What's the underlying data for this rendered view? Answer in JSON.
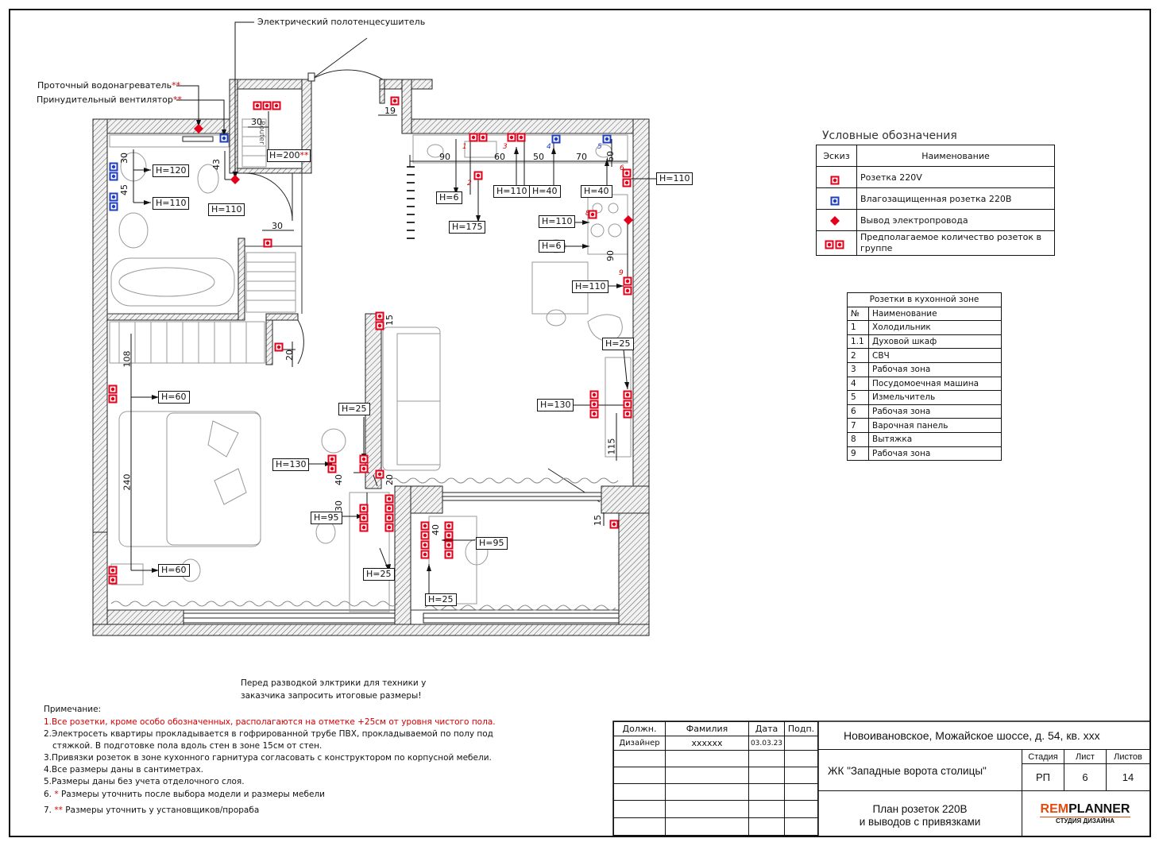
{
  "callouts": {
    "towel_dryer": "Электрический полотенцесушитель",
    "water_heater": "Проточный водонагреватель",
    "fan": "Принудительный вентилятор",
    "stars2": "**"
  },
  "router_label": "Router",
  "dims": {
    "d30a": "30",
    "d19": "19",
    "d43": "43",
    "d30b": "30",
    "d45": "45",
    "d90": "90",
    "d60": "60",
    "d50": "50",
    "d70": "70",
    "d60v": "60",
    "d30c": "30",
    "d90v": "90",
    "d15a": "15",
    "d20a": "20",
    "d108": "108",
    "d240": "240",
    "d40a": "40",
    "d20b": "20",
    "d30d": "30",
    "d40b": "40",
    "d115": "115",
    "d15b": "15"
  },
  "heights": {
    "h200": "H=200",
    "h120": "H=120",
    "h110a": "H=110",
    "h110b": "H=110",
    "h6a": "H=6",
    "h175": "H=175",
    "h110c": "H=110",
    "h40a": "H=40",
    "h40b": "H=40",
    "h110d": "H=110",
    "h110e": "H=110",
    "h6b": "H=6",
    "h110f": "H=110",
    "h25a": "H=25",
    "h130a": "H=130",
    "h60a": "H=60",
    "h25b": "H=25",
    "h130b": "H=130",
    "h95a": "H=95",
    "h25c": "H=25",
    "h95b": "H=95",
    "h60b": "H=60",
    "h25d": "H=25"
  },
  "kitchen_marks": [
    "1",
    "2",
    "3",
    "4",
    "5",
    "6",
    "8",
    "9"
  ],
  "legend": {
    "title": "Условные обозначения",
    "head_sketch": "Эскиз",
    "head_name": "Наименование",
    "rows": [
      {
        "icon": "socket-icon",
        "name": "Розетка 220V"
      },
      {
        "icon": "waterproof-socket-icon",
        "name": "Влагозащищенная розетка 220В"
      },
      {
        "icon": "wire-outlet-icon",
        "name": "Вывод электропровода"
      },
      {
        "icon": "socket-group-icon",
        "name": "Предполагаемое количество розеток в",
        "name2": "группе"
      }
    ]
  },
  "kitchen_table": {
    "title": "Розетки в кухонной зоне",
    "head_no": "№",
    "head_name": "Наименование",
    "rows": [
      {
        "no": "1",
        "name": "Холодильник"
      },
      {
        "no": "1.1",
        "name": "Духовой шкаф"
      },
      {
        "no": "2",
        "name": "СВЧ"
      },
      {
        "no": "3",
        "name": "Рабочая зона"
      },
      {
        "no": "4",
        "name": "Посудомоечная машина"
      },
      {
        "no": "5",
        "name": "Измельчитель"
      },
      {
        "no": "6",
        "name": "Рабочая зона"
      },
      {
        "no": "7",
        "name": "Варочная панель"
      },
      {
        "no": "8",
        "name": "Вытяжка"
      },
      {
        "no": "9",
        "name": "Рабочая зона"
      }
    ]
  },
  "pre_note": {
    "line1": "Перед разводкой элктрики для техники у",
    "line2": "заказчика запросить итоговые размеры!"
  },
  "notes": {
    "title": "Примечание:",
    "n1": "1.Все розетки, кроме особо обозначенных, располагаются на отметке +25см от уровня чистого пола.",
    "n2a": "2.Электросеть квартиры прокладывается в гофрированной трубе ПВХ, прокладываемой по полу под",
    "n2b": "стяжкой. В подготовке пола вдоль стен в зоне 15см от стен.",
    "n3": "3.Привязки розеток в зоне кухонного гарнитура согласовать с конструктором по корпусной мебели.",
    "n4": "4.Все размеры даны в сантиметрах.",
    "n5": "5.Размеры даны без учета отделочного слоя.",
    "n6_prefix": "6.",
    "n6_star": "*",
    "n6_text": "Размеры уточнить после выбора модели и размеры мебели",
    "n7_prefix": "7.",
    "n7_star": "**",
    "n7_text": "Размеры уточнить у установщиков/прораба"
  },
  "stamp": {
    "h_role": "Должн.",
    "h_surname": "Фамилия",
    "h_date": "Дата",
    "h_sign": "Подп.",
    "role": "Дизайнер",
    "surname": "хххххх",
    "date": "03.03.23",
    "address": "Новоивановское, Можайское шоссе, д. 54, кв. ххх",
    "complex": "ЖК \"Западные ворота столицы\"",
    "h_stage": "Стадия",
    "h_sheet": "Лист",
    "h_sheets": "Листов",
    "stage": "РП",
    "sheet": "6",
    "sheets": "14",
    "title1": "План розеток 220В",
    "title2": "и выводов с привязками",
    "logo_rem": "REM",
    "logo_planner": "PLANNER",
    "logo_sub": "СТУДИЯ ДИЗАЙНА"
  },
  "colors": {
    "socket": "#e3001b",
    "waterproof": "#1f3fc0",
    "line": "#111111",
    "furniture": "#9a9a9a"
  }
}
